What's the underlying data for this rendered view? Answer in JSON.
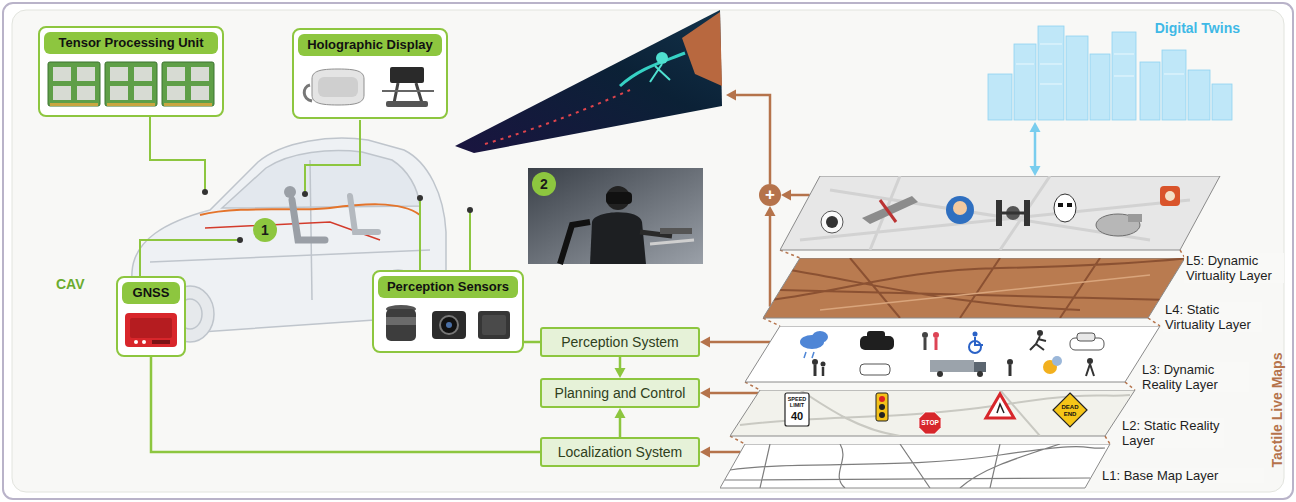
{
  "diagram": {
    "nodes": [
      {
        "text": [
          "Tensor Processing Unit"
        ]
      },
      {
        "text": [
          "Holographic Display"
        ]
      },
      {
        "text": [
          "Digital Twins"
        ]
      },
      {
        "text": [
          "Perception Sensors"
        ]
      },
      {
        "text": [
          "GNSS"
        ]
      },
      {
        "text": [
          "Perception System"
        ]
      },
      {
        "text": [
          "Planning and Control"
        ]
      },
      {
        "text": [
          "Localization System"
        ]
      },
      {
        "text": [
          "+"
        ]
      },
      {
        "text": [
          "L5: Dynamic Virtuality Layer"
        ]
      },
      {
        "text": [
          "L4: Static Virtuality Layer"
        ]
      },
      {
        "text": [
          "L3: Dynamic Reality Layer"
        ]
      },
      {
        "text": [
          "L2: Static Reality Layer"
        ]
      },
      {
        "text": [
          "L1: Base Map Layer"
        ]
      }
    ],
    "edges": [
      {
        "from": 3,
        "to": 5,
        "arrow": "none"
      },
      {
        "from": 5,
        "to": 6,
        "arrow": "to"
      },
      {
        "from": 7,
        "to": 6,
        "arrow": "to"
      },
      {
        "from": 4,
        "to": 7,
        "arrow": "none"
      },
      {
        "from": 11,
        "to": 5,
        "arrow": "to"
      },
      {
        "from": 12,
        "to": 6,
        "arrow": "to"
      },
      {
        "from": 13,
        "to": 7,
        "arrow": "to"
      },
      {
        "from": 9,
        "to": 8,
        "arrow": "to"
      },
      {
        "from": 10,
        "to": 8,
        "arrow": "to"
      },
      {
        "from": 8,
        "to": 1,
        "arrow": "to"
      },
      {
        "from": 2,
        "to": 9,
        "arrow": "both"
      }
    ],
    "labels": [
      "1",
      "2",
      "CAV",
      "Tactile Live Maps",
      "SPEED LIMIT",
      "40",
      "STOP",
      "DEAD END"
    ]
  }
}
